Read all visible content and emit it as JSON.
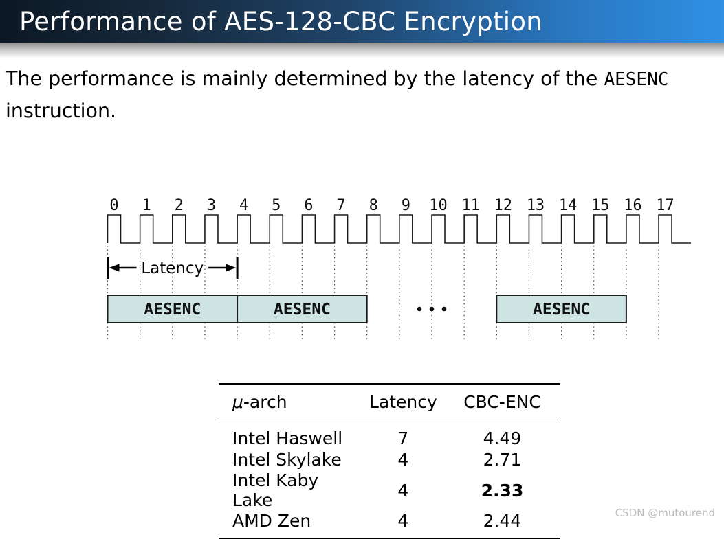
{
  "header": {
    "title": "Performance of AES-128-CBC Encryption"
  },
  "body": {
    "line1_text": "The performance is mainly determined by the latency of the ",
    "line1_code": "AESENC",
    "line2_text": "instruction."
  },
  "diagram": {
    "cycle_labels": [
      "0",
      "1",
      "2",
      "3",
      "4",
      "5",
      "6",
      "7",
      "8",
      "9",
      "10",
      "11",
      "12",
      "13",
      "14",
      "15",
      "16",
      "17"
    ],
    "latency_marker": {
      "label": "Latency",
      "from_cycle": 0,
      "to_cycle": 4
    },
    "blocks": [
      {
        "label": "AESENC",
        "from_cycle": 0,
        "to_cycle": 4
      },
      {
        "label": "AESENC",
        "from_cycle": 4,
        "to_cycle": 8
      },
      {
        "label": "AESENC",
        "from_cycle": 12,
        "to_cycle": 16
      }
    ],
    "ellipsis_dots": 3,
    "colors": {
      "block_fill": "#cde4e2",
      "block_border": "#1c1c1c",
      "line": "#1a1a1a"
    }
  },
  "table": {
    "headers": [
      {
        "italic": "μ",
        "text": "-arch"
      },
      {
        "italic": "",
        "text": "Latency"
      },
      {
        "italic": "",
        "text": "CBC-ENC"
      }
    ],
    "rows": [
      [
        "Intel Haswell",
        "7",
        "4.49"
      ],
      [
        "Intel Skylake",
        "4",
        "2.71"
      ],
      [
        "Intel Kaby Lake",
        "4",
        "2.33"
      ],
      [
        "AMD Zen",
        "4",
        "2.44"
      ]
    ],
    "bold_cell": {
      "row": 2,
      "col": 2
    }
  },
  "watermark": {
    "text": "CSDN @mutourend"
  },
  "colors": {
    "header_gradient_left": "#0c1824",
    "header_gradient_right": "#2f90e4"
  }
}
